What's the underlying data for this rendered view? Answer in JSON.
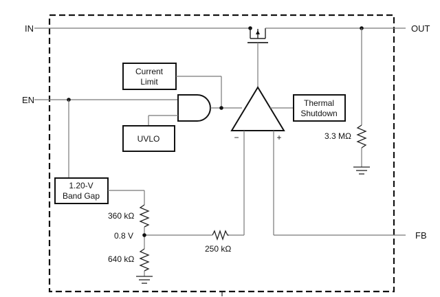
{
  "pins": {
    "in": "IN",
    "en": "EN",
    "out": "OUT",
    "fb": "FB"
  },
  "blocks": {
    "current_limit": [
      "Current",
      "Limit"
    ],
    "uvlo": "UVLO",
    "thermal_shutdown": [
      "Thermal",
      "Shutdown"
    ],
    "band_gap": [
      "1.20-V",
      "Band Gap"
    ]
  },
  "components": {
    "r_out": "3.3 MΩ",
    "r_top": "360 kΩ",
    "r_bottom": "640 kΩ",
    "r_series": "250 kΩ",
    "node_voltage": "0.8 V",
    "amp_minus": "−",
    "amp_plus": "+"
  }
}
